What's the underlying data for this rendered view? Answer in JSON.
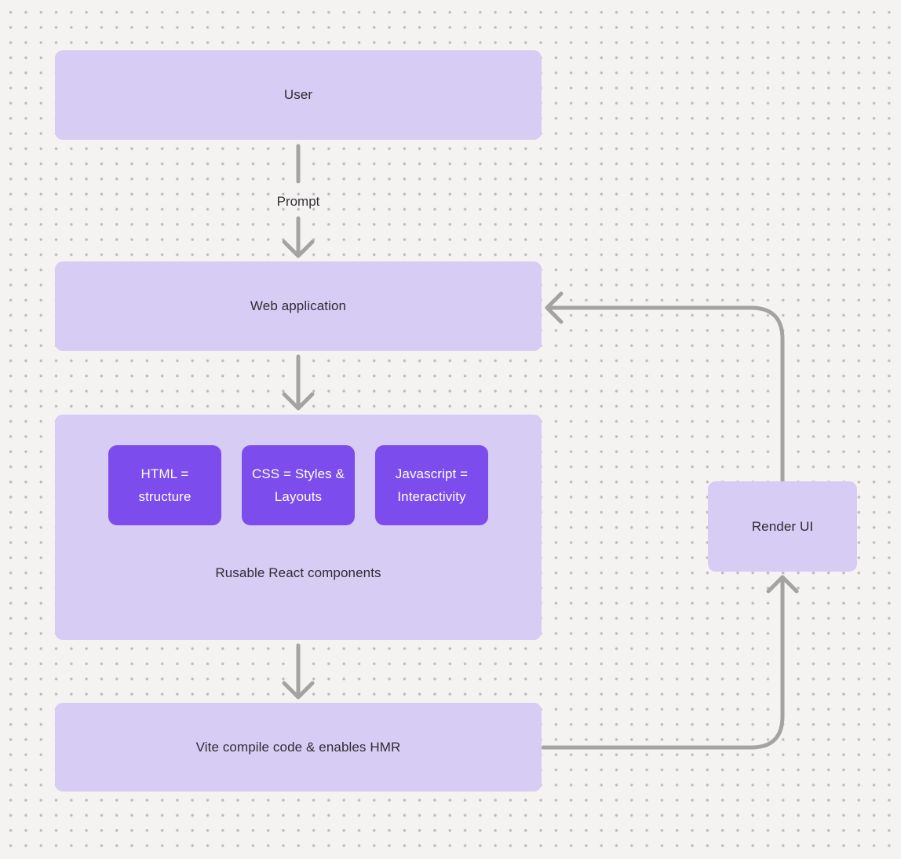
{
  "diagram": {
    "nodes": {
      "user": {
        "label": "User"
      },
      "web_application": {
        "label": "Web application"
      },
      "components_group": {
        "caption": "Rusable React components",
        "children": [
          {
            "label": "HTML = structure"
          },
          {
            "label": "CSS = Styles & Layouts"
          },
          {
            "label": "Javascript = Interactivity"
          }
        ]
      },
      "vite": {
        "label": "Vite compile code & enables HMR"
      },
      "render_ui": {
        "label": "Render UI"
      }
    },
    "edges": {
      "prompt_label": "Prompt"
    },
    "colors": {
      "background": "#f4f3f1",
      "dot": "#bcbab8",
      "node_fill": "#d7ccf4",
      "accent_fill": "#7c4ced",
      "accent_text": "#ffffff",
      "connector": "#a5a3a1",
      "text": "#2e2c33"
    }
  }
}
